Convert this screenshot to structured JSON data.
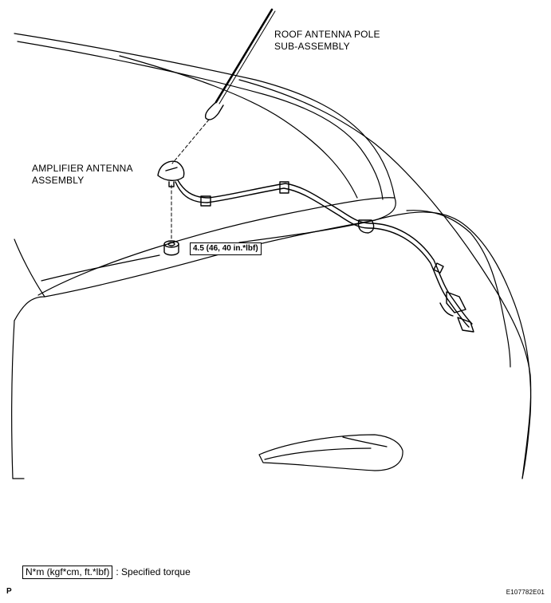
{
  "callouts": {
    "roof_antenna_pole": [
      "ROOF ANTENNA POLE",
      "SUB-ASSEMBLY"
    ],
    "amplifier_antenna": [
      "AMPLIFIER ANTENNA",
      "ASSEMBLY"
    ]
  },
  "torque": "4.5 (46, 40 in.*lbf)",
  "legend": {
    "unit_box": "N*m (kgf*cm, ft.*lbf)",
    "description": ": Specified torque"
  },
  "page_letter": "P",
  "figure_code": "E107782E01"
}
